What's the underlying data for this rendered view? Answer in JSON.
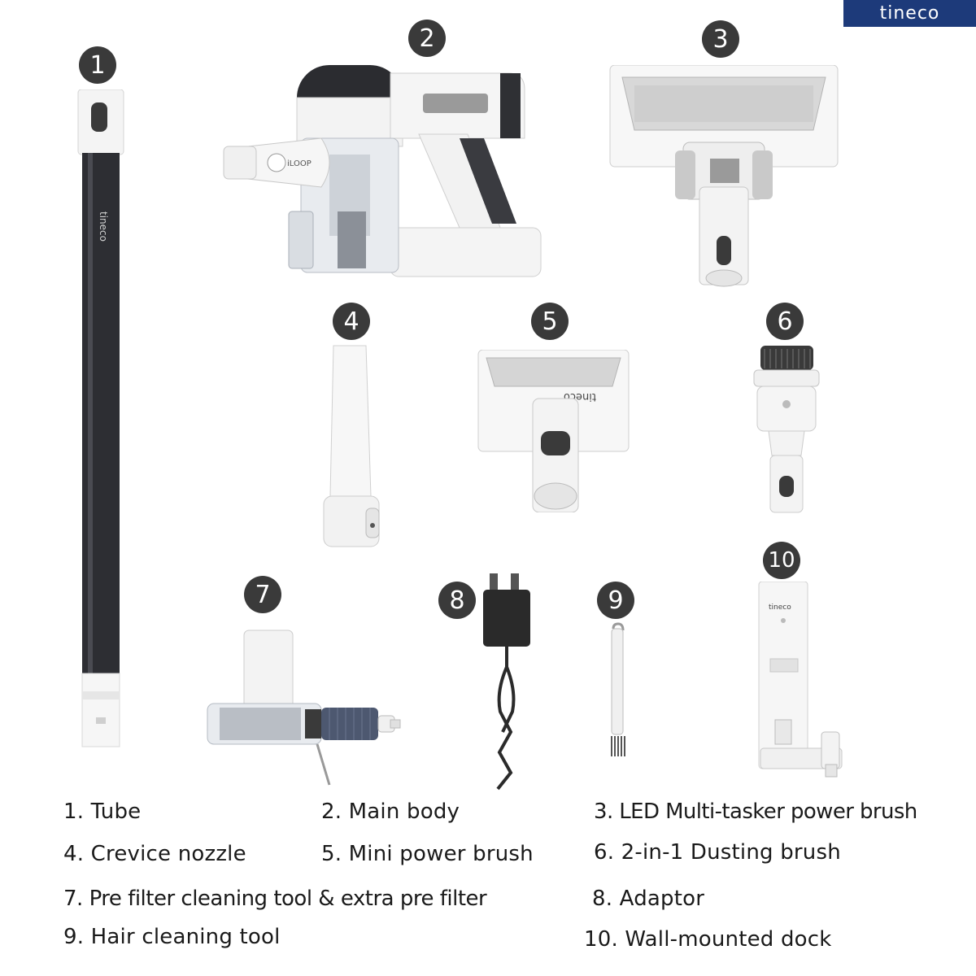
{
  "brand": {
    "logo_text": "tineco",
    "logo_color": "#1d3a7a"
  },
  "badges": [
    "1",
    "2",
    "3",
    "4",
    "5",
    "6",
    "7",
    "8",
    "9",
    "10"
  ],
  "parts": {
    "p1": "1. Tube",
    "p2": "2. Main body",
    "p3": "3. LED Multi-tasker power brush",
    "p4": "4. Crevice nozzle",
    "p5": "5. Mini power brush",
    "p6": "6. 2-in-1 Dusting brush",
    "p7": "7. Pre filter cleaning tool & extra pre filter",
    "p8": "8. Adaptor",
    "p9": "9. Hair cleaning tool",
    "p10": "10. Wall-mounted dock"
  },
  "labels": {
    "tube_brand": "tineco",
    "body_loop": "iLOOP",
    "brush_brand": "tineco",
    "dock_brand": "tineco"
  }
}
